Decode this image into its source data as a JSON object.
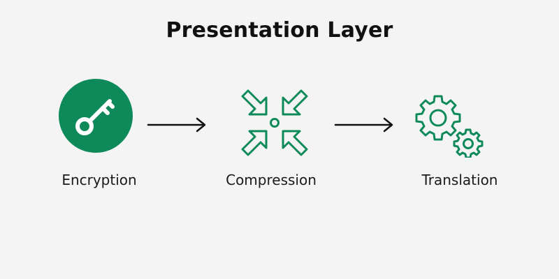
{
  "title": "Presentation Layer",
  "steps": [
    {
      "label": "Encryption",
      "icon": "key-icon"
    },
    {
      "label": "Compression",
      "icon": "compress-arrows-icon"
    },
    {
      "label": "Translation",
      "icon": "gears-icon"
    }
  ],
  "colors": {
    "accent": "#0e8a5a",
    "background": "#f4f4f4",
    "text": "#111111",
    "arrow": "#111111"
  }
}
